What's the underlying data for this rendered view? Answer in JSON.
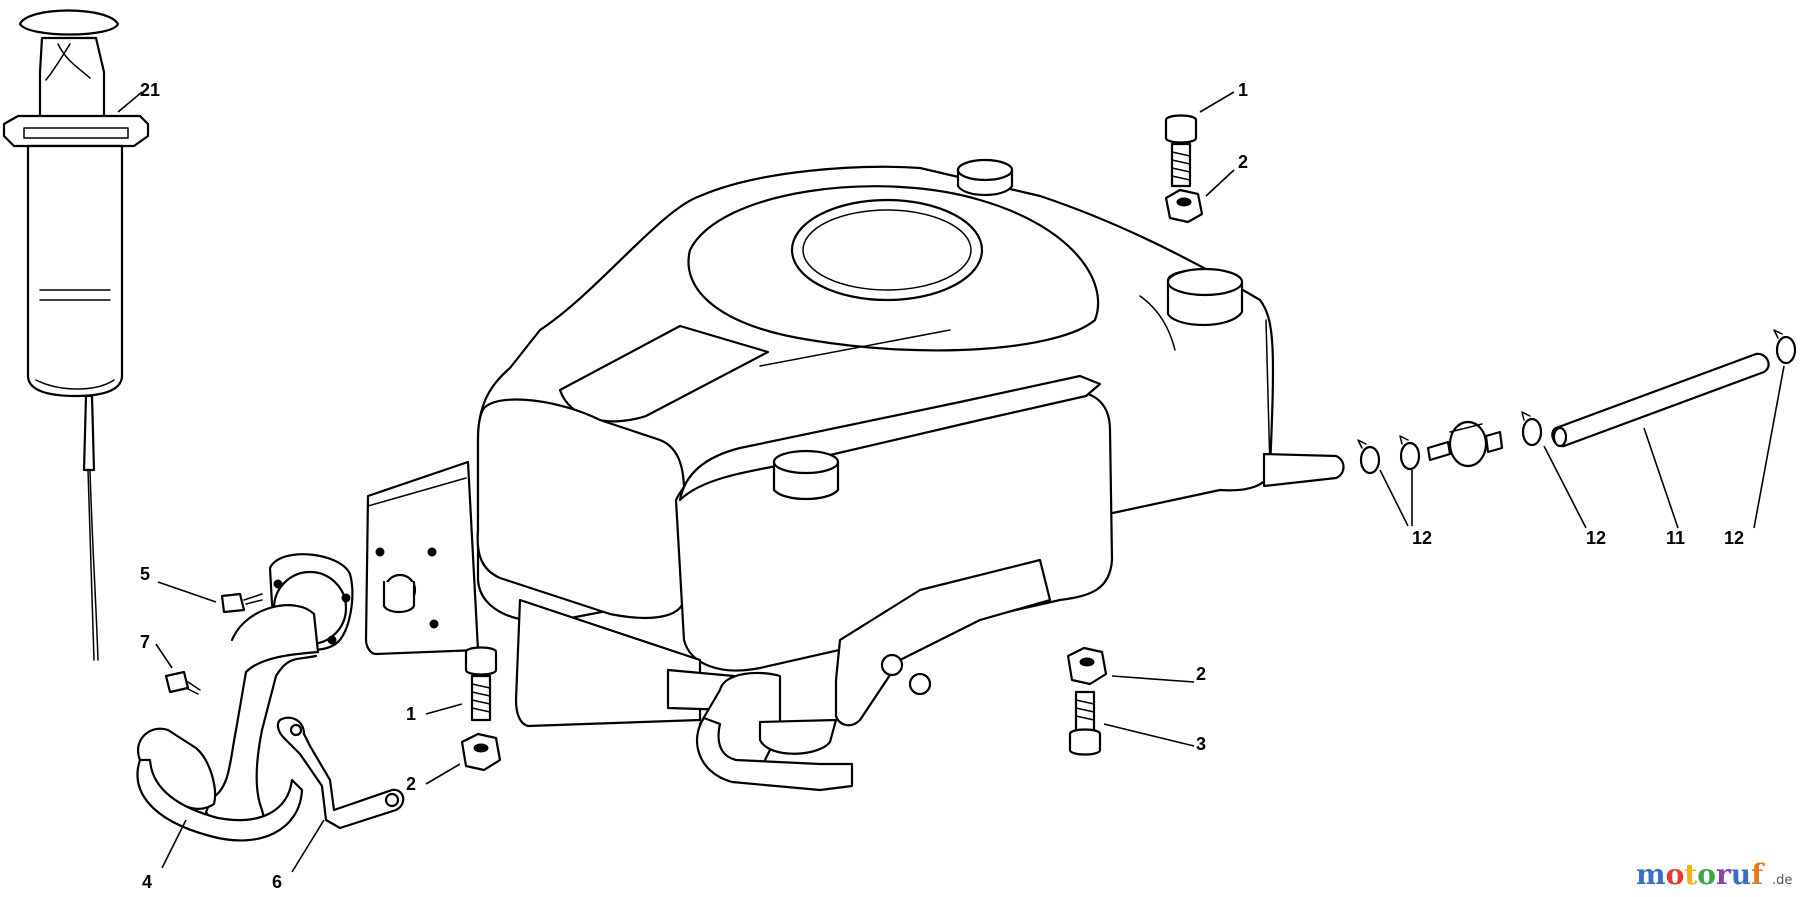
{
  "diagram": {
    "labels": {
      "l1a": "1",
      "l1b": "1",
      "l2a": "2",
      "l2b": "2",
      "l2c": "2",
      "l3": "3",
      "l4": "4",
      "l5": "5",
      "l6": "6",
      "l7": "7",
      "l11": "11",
      "l12a": "12",
      "l12b": "12",
      "l12c": "12",
      "l21": "21"
    },
    "watermark": {
      "brand": "motoruf",
      "suffix": ".de",
      "colors": {
        "m": "#3a6fc4",
        "o": "#e23b2f",
        "t": "#f2b21a",
        "u": "#3aa54a",
        "r": "#8a3fb0",
        "f": "#e27a1f"
      }
    }
  }
}
